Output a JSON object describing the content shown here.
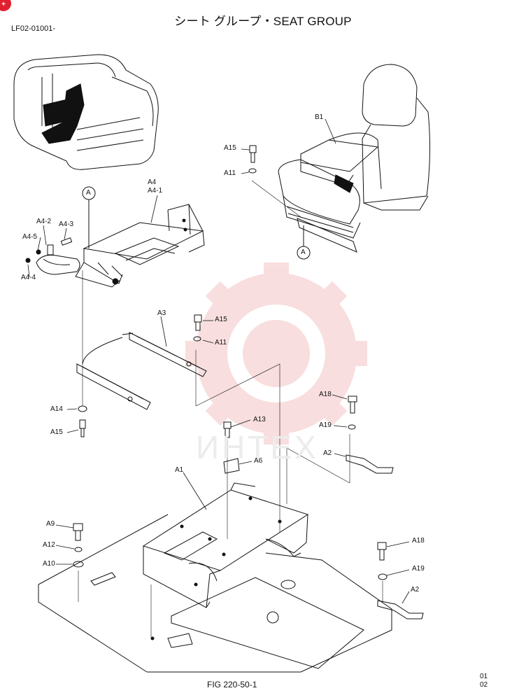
{
  "header": {
    "title": "シート グループ・SEAT GROUP",
    "code": "LF02-01001-"
  },
  "footer": {
    "figure": "FIG 220-50-1",
    "page_a": "01",
    "page_b": "02"
  },
  "watermark": {
    "text": "ИНТЕХ",
    "color": "#f0b8b8"
  },
  "corner_badge": "+",
  "callouts": {
    "view_a_top": "A",
    "view_a_seat": "A"
  },
  "labels": {
    "b1": "B1",
    "a15_top": "A15",
    "a11_top": "A11",
    "a4": "A4",
    "a4_1": "A4-1",
    "a4_2": "A4-2",
    "a4_3": "A4-3",
    "a4_5": "A4-5",
    "a4_4": "A4-4",
    "a3": "A3",
    "a15_mid": "A15",
    "a11_mid": "A11",
    "a14": "A14",
    "a15_low": "A15",
    "a13": "A13",
    "a6": "A6",
    "a18_top": "A18",
    "a19_top": "A19",
    "a2_top": "A2",
    "a1": "A1",
    "a9": "A9",
    "a12": "A12",
    "a10": "A10",
    "a18_low": "A18",
    "a19_low": "A19",
    "a2_low": "A2"
  }
}
